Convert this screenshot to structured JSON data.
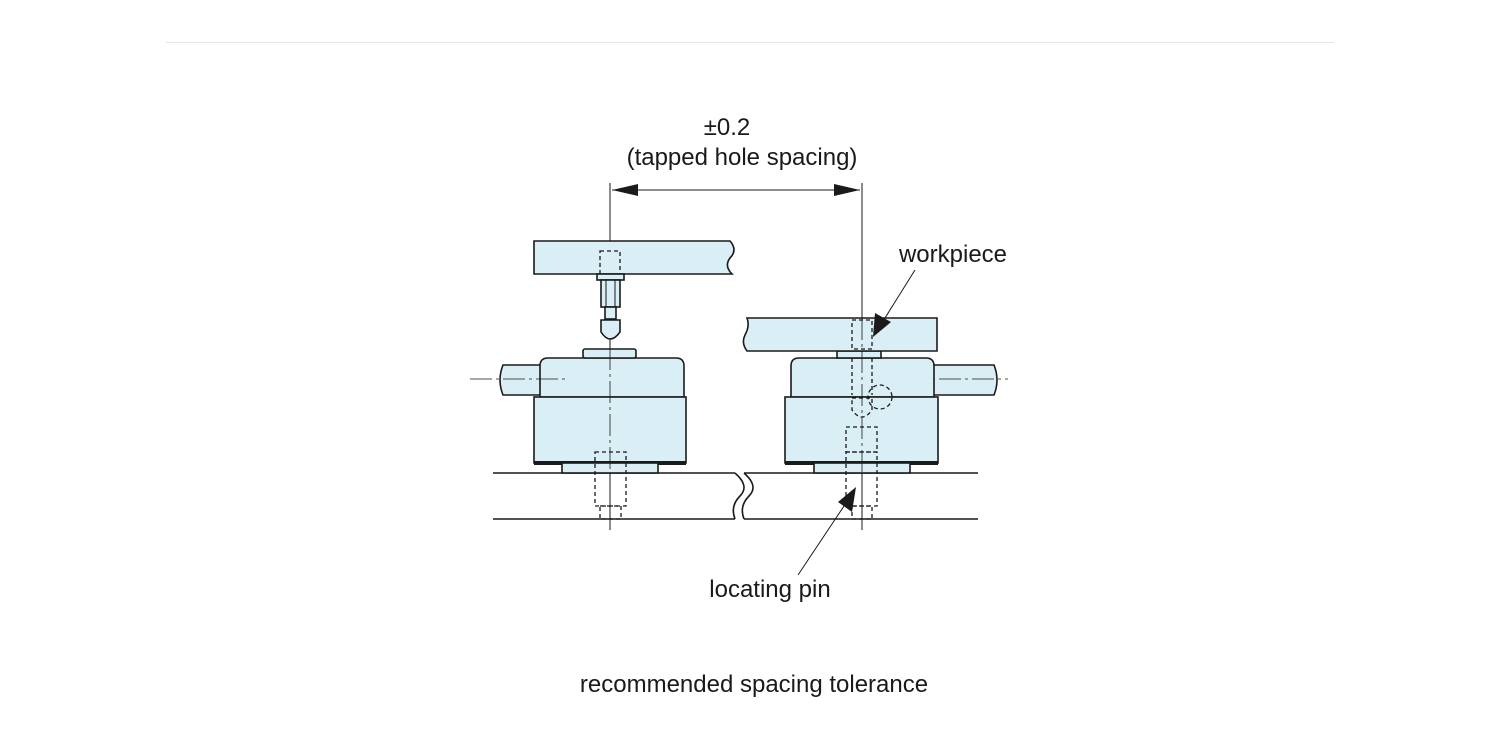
{
  "diagram": {
    "tolerance_value": "±0.2",
    "tolerance_note": "(tapped hole spacing)",
    "label_workpiece": "workpiece",
    "label_locating_pin": "locating pin",
    "caption": "recommended spacing tolerance"
  },
  "colors": {
    "part_fill": "#d9eef5",
    "outline": "#1a1a1a",
    "background": "#ffffff",
    "top_rule": "#e6e6e6"
  }
}
